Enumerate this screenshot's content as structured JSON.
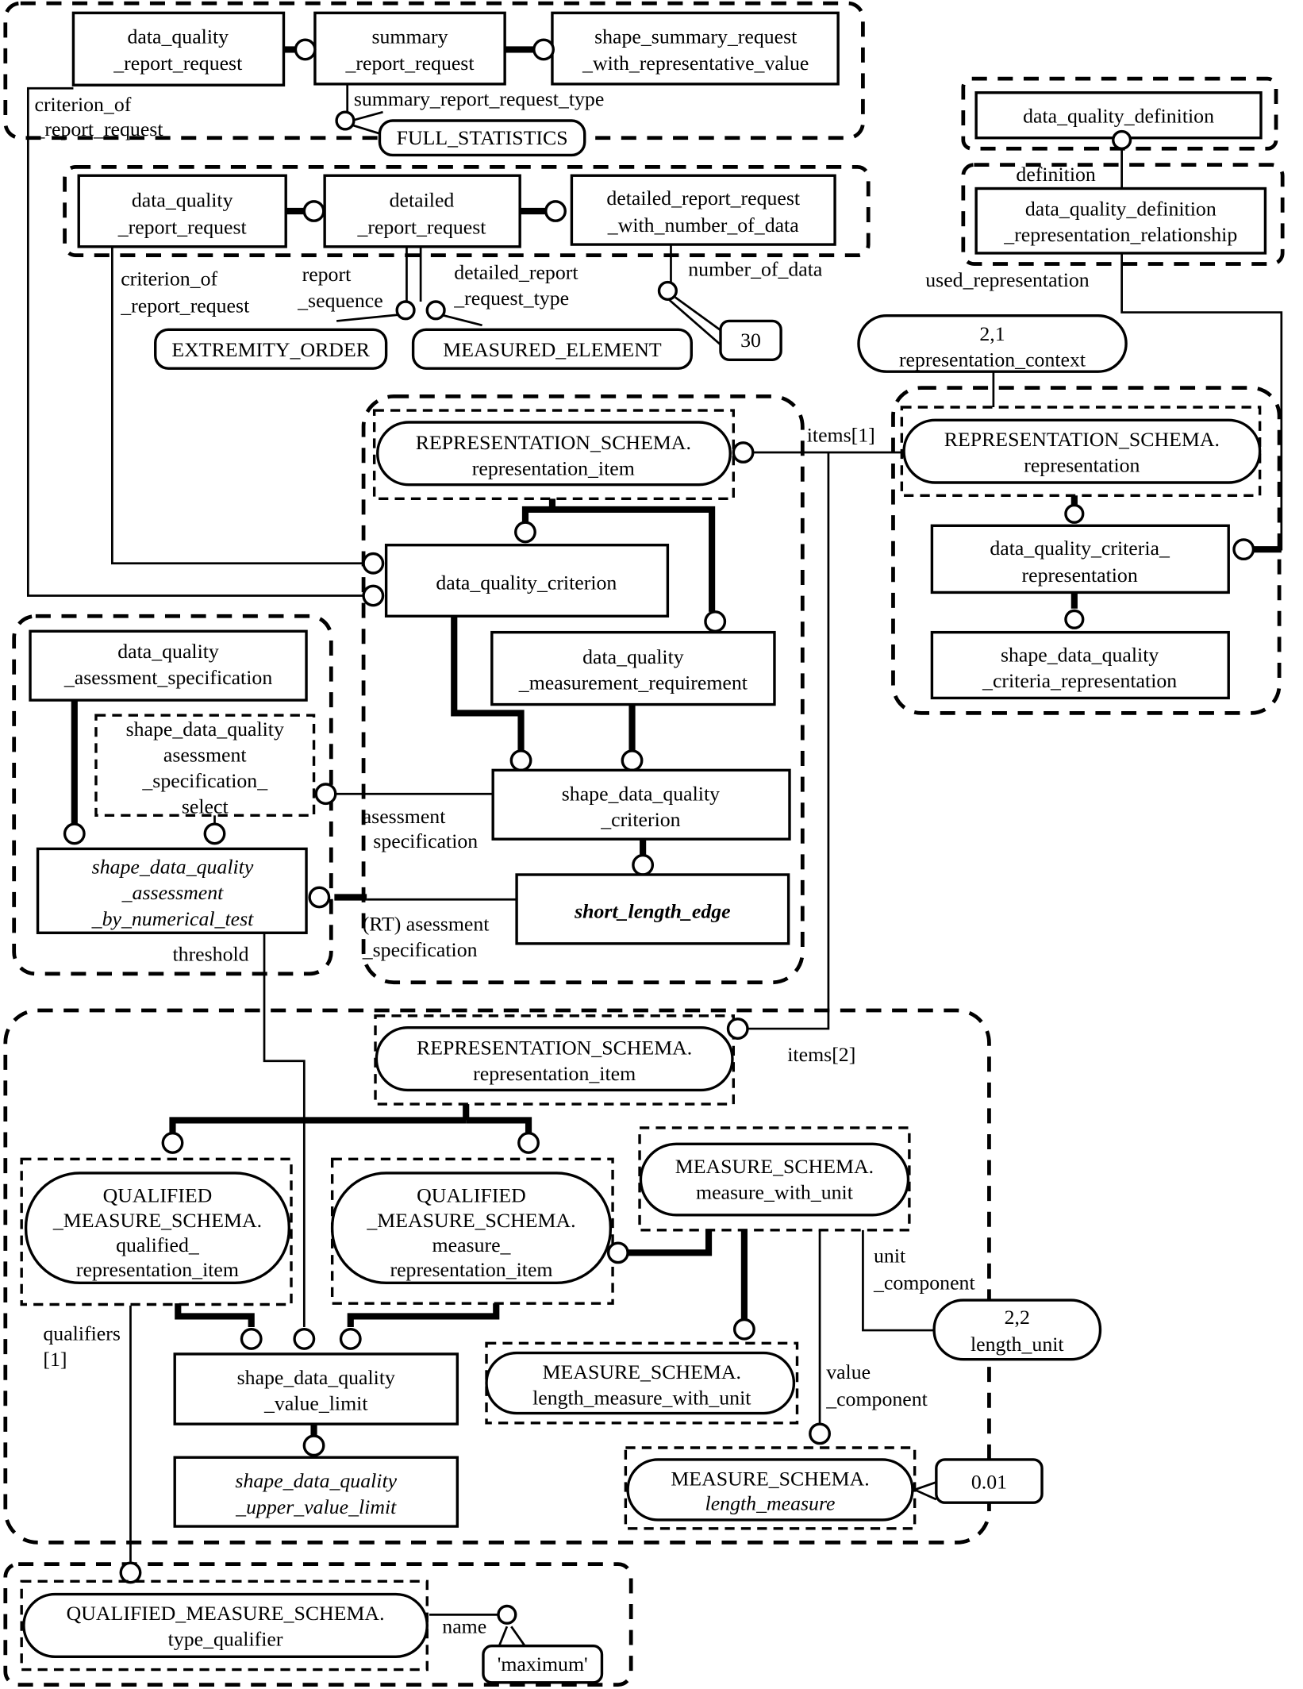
{
  "diagram": {
    "type": "EXPRESS-G instance diagram",
    "entities": {
      "dqrr_top": [
        "data_quality",
        "_report_request"
      ],
      "summary_rr": [
        "summary",
        "_report_request"
      ],
      "shape_summary": [
        "shape_summary_request",
        "_with_representative_value"
      ],
      "dqrr_mid": [
        "data_quality",
        "_report_request"
      ],
      "detailed_rr": [
        "detailed",
        "_report_request"
      ],
      "detailed_num": [
        "detailed_report_request",
        "_with_number_of_data"
      ],
      "dq_definition": [
        "data_quality_definition"
      ],
      "dq_def_rel": [
        "data_quality_definition",
        "_representation_relationship"
      ],
      "dq_criterion": [
        "data_quality_criterion"
      ],
      "dq_meas_req": [
        "data_quality",
        "_measurement_requirement"
      ],
      "dq_assess_spec": [
        "data_quality",
        "_asessment_specification"
      ],
      "shape_dq_assess_select": [
        "shape_data_quality",
        "asessment",
        "_specification_",
        "select"
      ],
      "shape_dq_assess_numtest": [
        "shape_data_quality",
        "_assessment",
        "_by_numerical_test"
      ],
      "shape_dq_criterion": [
        "shape_data_quality",
        "_criterion"
      ],
      "short_length_edge": [
        "short_length_edge"
      ],
      "dq_criteria_rep": [
        "data_quality_criteria_",
        "representation"
      ],
      "shape_dq_criteria_rep": [
        "shape_data_quality",
        "_criteria_representation"
      ],
      "shape_dq_value_limit": [
        "shape_data_quality",
        "_value_limit"
      ],
      "shape_dq_upper_limit": [
        "shape_data_quality",
        "_upper_value_limit"
      ]
    },
    "schema_refs": {
      "rep_item_1": [
        "REPRESENTATION_SCHEMA.",
        "representation_item"
      ],
      "representation": [
        "REPRESENTATION_SCHEMA.",
        "representation"
      ],
      "rep_item_2": [
        "REPRESENTATION_SCHEMA.",
        "representation_item"
      ],
      "qualified_rep_item": [
        "QUALIFIED",
        "_MEASURE_SCHEMA.",
        "qualified_",
        "representation_item"
      ],
      "measure_rep_item": [
        "QUALIFIED",
        "_MEASURE_SCHEMA.",
        "measure_",
        "representation_item"
      ],
      "measure_with_unit": [
        "MEASURE_SCHEMA.",
        "measure_with_unit"
      ],
      "length_mwu": [
        "MEASURE_SCHEMA.",
        "length_measure_with_unit"
      ],
      "length_measure": [
        "MEASURE_SCHEMA.",
        "length_measure"
      ],
      "type_qualifier": [
        "QUALIFIED_MEASURE_SCHEMA.",
        "type_qualifier"
      ]
    },
    "page_refs": {
      "rep_context": [
        "2,1",
        "representation_context"
      ],
      "length_unit": [
        "2,2",
        "length_unit"
      ]
    },
    "values": {
      "full_statistics": "FULL_STATISTICS",
      "extremity_order": "EXTREMITY_ORDER",
      "measured_element": "MEASURED_ELEMENT",
      "thirty": "30",
      "point_zero_one": "0.01",
      "maximum": "'maximum'"
    },
    "attributes": {
      "criterion_top": [
        "criterion_of",
        "_report_request"
      ],
      "summary_type": [
        "summary_report_request_type"
      ],
      "criterion_mid": [
        "criterion_of",
        "_report_request"
      ],
      "report_sequence": [
        "report",
        "_sequence"
      ],
      "detailed_type": [
        "detailed_report",
        "_request_type"
      ],
      "number_of_data": [
        "number_of_data"
      ],
      "definition": [
        "definition"
      ],
      "used_representation": [
        "used_representation"
      ],
      "items1": [
        "items[1]"
      ],
      "items2": [
        "items[2]"
      ],
      "assessment_spec": [
        "asessment",
        "specification"
      ],
      "rt_assessment_spec": [
        "(RT) asessment",
        "_specification"
      ],
      "threshold": [
        "threshold"
      ],
      "qualifiers": [
        "qualifiers",
        "[1]"
      ],
      "unit_component": [
        "unit",
        "_component"
      ],
      "value_component": [
        "value",
        "_component"
      ],
      "name": [
        "name"
      ]
    }
  }
}
